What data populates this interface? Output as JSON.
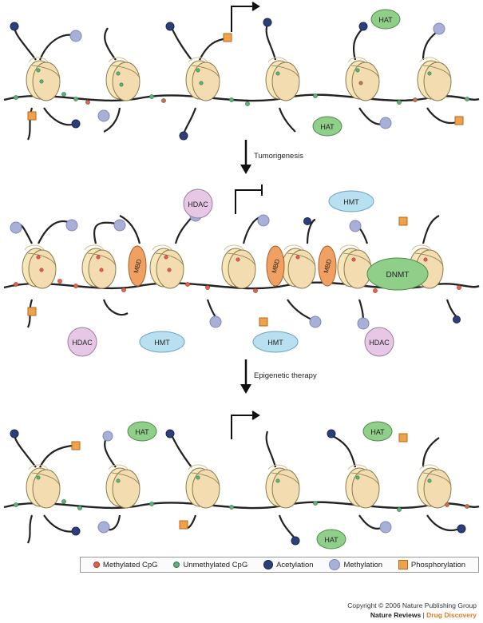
{
  "arrows": {
    "tumorigenesis": "Tumorigenesis",
    "therapy": "Epigenetic therapy"
  },
  "enzymes": {
    "hat": "HAT",
    "hdac": "HDAC",
    "hmt": "HMT",
    "dnmt": "DNMT",
    "mbd": "MBD"
  },
  "legend": {
    "methylated_cpg": "Methylated CpG",
    "unmethylated_cpg": "Unmethylated CpG",
    "acetylation": "Acetylation",
    "methylation": "Methylation",
    "phosphorylation": "Phosphorylation"
  },
  "credit": {
    "copyright": "Copyright © 2006 Nature Publishing Group",
    "journal": "Nature Reviews",
    "separator": " | ",
    "section": "Drug Discovery"
  },
  "colors": {
    "nucleosome": "#f7e6b8",
    "methylated": "#e8604a",
    "unmethylated": "#5fb07a",
    "acetylation": "#2b3f7a",
    "methylation": "#a8b0d8",
    "phosphorylation": "#f0a24a",
    "hat_fill": "#8fcf8a",
    "hdac_fill": "#e6c8e6",
    "hmt_fill": "#b8e0f0",
    "mbd_fill": "#f0a060"
  }
}
